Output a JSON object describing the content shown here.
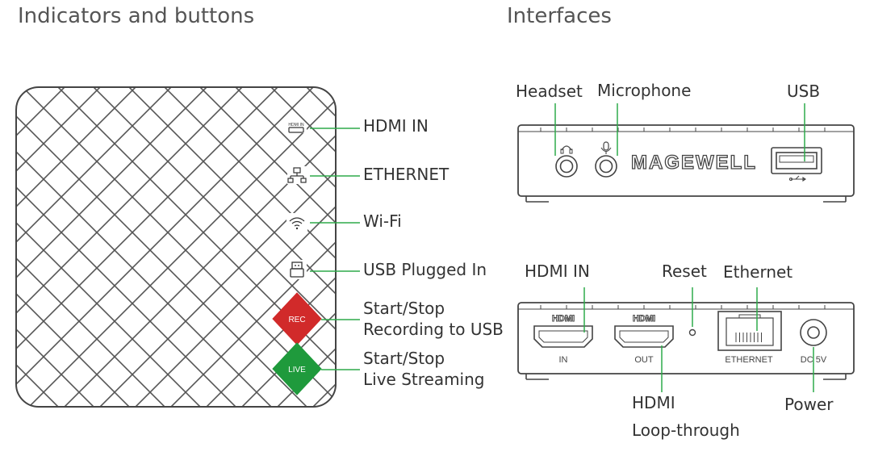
{
  "headings": {
    "left": "Indicators and buttons",
    "right": "Interfaces"
  },
  "indicators": {
    "hdmi_in": "HDMI IN",
    "ethernet": "ETHERNET",
    "wifi": "Wi-Fi",
    "usb": "USB Plugged In",
    "rec_line1": "Start/Stop",
    "rec_line2": "Recording to USB",
    "live_line1": "Start/Stop",
    "live_line2": "Live Streaming"
  },
  "buttons": {
    "rec_label": "REC",
    "live_label": "LIVE",
    "hdmi_icon_label": "HDMI IN"
  },
  "front_panel": {
    "headset": "Headset",
    "microphone": "Microphone",
    "usb": "USB",
    "brand": "MAGEWELL"
  },
  "rear_panel": {
    "hdmi_in": "HDMI IN",
    "reset": "Reset",
    "ethernet": "Ethernet",
    "hdmi_line1": "HDMI",
    "hdmi_line2": "Loop-through",
    "power": "Power",
    "port_hdmi_logo": "HDMI",
    "port_in": "IN",
    "port_out": "OUT",
    "port_ethernet": "ETHERNET",
    "port_dc": "DC 5V"
  },
  "colors": {
    "leader_line": "#2eaa4a",
    "rec_button": "#d12a2a",
    "live_button": "#1f9a3c"
  }
}
